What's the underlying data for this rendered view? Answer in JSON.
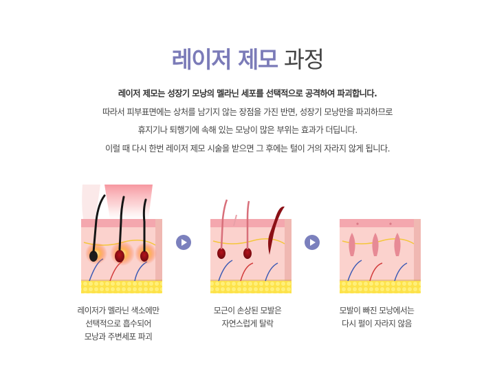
{
  "title": {
    "highlight": "레이저 제모",
    "rest": "과정"
  },
  "description": [
    "레이저 제모는 성장기 모낭의 멜라닌 세포를 선택적으로 공격하여 파괴합니다.",
    "따라서 피부표면에는 상처를 남기지 않는 장점을 가진 반면, 성장기 모낭만을 파괴하므로",
    "휴지기나 퇴행기에 속해 있는 모낭이 많은 부위는 효과가 더딥니다.",
    "이럴 때 다시 한번 레이저 제모 시술을 받으면 그 후에는 털이 거의 자라지 않게 됩니다."
  ],
  "steps": [
    {
      "caption": [
        "레이저가 멜라닌 색소에만",
        "선택적으로 흡수되어",
        "모낭과 주변세포 파괴"
      ]
    },
    {
      "caption": [
        "모근이 손상된 모발은",
        "자연스럽게 탈락"
      ]
    },
    {
      "caption": [
        "모발이 빠진 모낭에서는",
        "다시 펄이 자라지 않음"
      ]
    }
  ],
  "colors": {
    "accent": "#7b7bb8",
    "arrow": "#7b80bd",
    "skin_top": "#f4a7ae",
    "skin_body": "#fbd2cd",
    "fat": "#fde24a",
    "laser": "#ee3344"
  },
  "icons": [
    "play-arrow-icon",
    "play-arrow-icon"
  ]
}
